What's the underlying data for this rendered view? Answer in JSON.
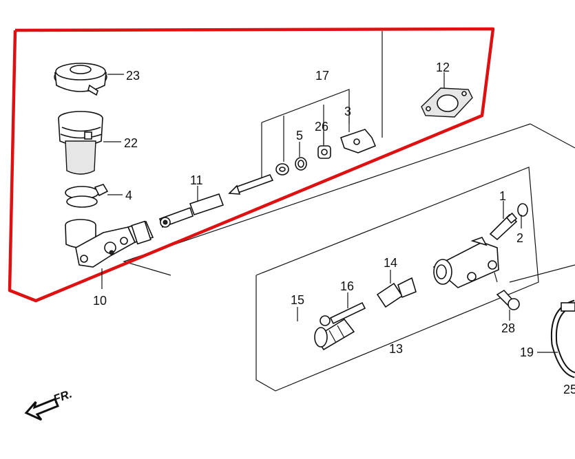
{
  "callouts": {
    "c23": "23",
    "c22": "22",
    "c4": "4",
    "c10": "10",
    "c11": "11",
    "c17": "17",
    "c3": "3",
    "c26": "26",
    "c5": "5",
    "c12": "12",
    "c1": "1",
    "c2": "2",
    "c14": "14",
    "c16": "16",
    "c15": "15",
    "c28": "28",
    "c13": "13",
    "c19": "19",
    "c25": "25"
  },
  "fr_label": "FR.",
  "colors": {
    "highlight": "#dd1111",
    "line": "#111111",
    "background": "#ffffff"
  }
}
